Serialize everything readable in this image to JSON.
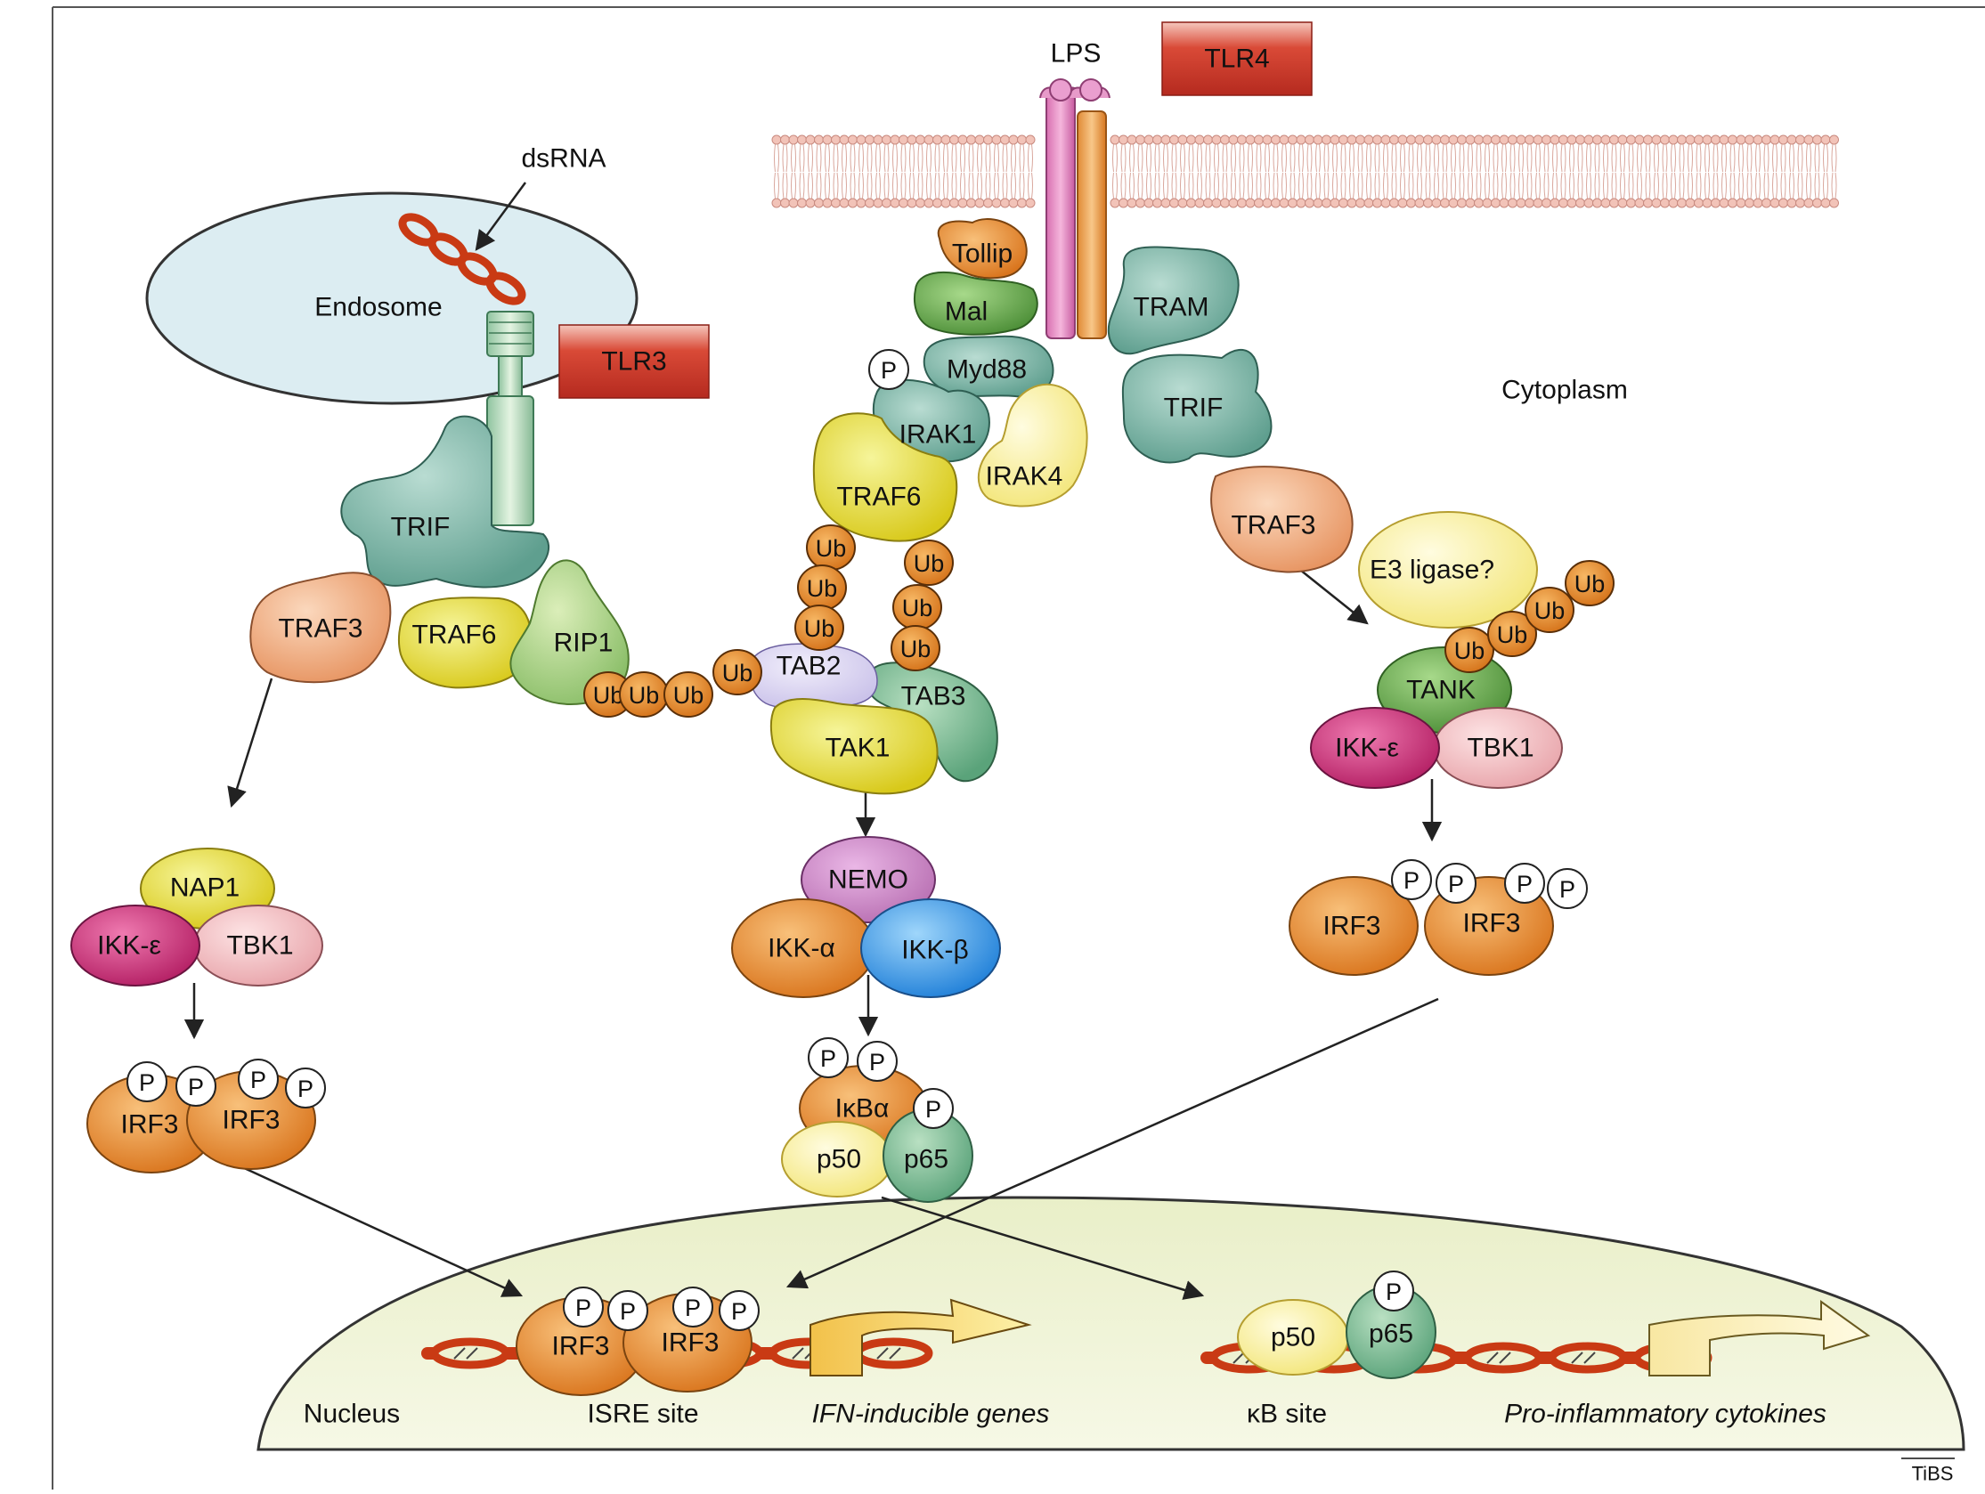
{
  "labels": {
    "lps": "LPS",
    "tlr4": "TLR4",
    "dsrna": "dsRNA",
    "endosome": "Endosome",
    "tlr3": "TLR3",
    "cytoplasm": "Cytoplasm",
    "nucleus": "Nucleus",
    "isre_site": "ISRE site",
    "ifn_genes": "IFN-inducible genes",
    "kb_site": "κB site",
    "cytokines": "Pro-inflammatory cytokines",
    "journal": "TiBS"
  },
  "proteins": {
    "tollip": "Tollip",
    "mal": "Mal",
    "myd88": "Myd88",
    "irak1": "IRAK1",
    "irak4": "IRAK4",
    "traf6_center": "TRAF6",
    "tram": "TRAM",
    "trif_right": "TRIF",
    "traf3_right": "TRAF3",
    "e3_ligase": "E3 ligase?",
    "tank": "TANK",
    "ikke_right": "IKK-ε",
    "tbk1_right": "TBK1",
    "irf3_right_a": "IRF3",
    "irf3_right_b": "IRF3",
    "trif_left": "TRIF",
    "traf3_left": "TRAF3",
    "traf6_left": "TRAF6",
    "rip1": "RIP1",
    "tab2": "TAB2",
    "tab3": "TAB3",
    "tak1": "TAK1",
    "nemo": "NEMO",
    "ikka": "IKK-α",
    "ikkb": "IKK-β",
    "ikba": "IκBα",
    "p50_cyto": "p50",
    "p65_cyto": "p65",
    "nap1": "NAP1",
    "ikke_left": "IKK-ε",
    "tbk1_left": "TBK1",
    "irf3_left_a": "IRF3",
    "irf3_left_b": "IRF3",
    "irf3_nuc_a": "IRF3",
    "irf3_nuc_b": "IRF3",
    "p50_nuc": "p50",
    "p65_nuc": "p65"
  },
  "tags": {
    "ub": "Ub",
    "p": "P"
  },
  "colors": {
    "tlr_box": "#d23b30",
    "orange": "#e58a2a",
    "teal": "#6fae9e",
    "yellow": "#e6e32e",
    "green": "#6aa84f",
    "magenta": "#c22a72",
    "pink": "#f1b4b8",
    "blue": "#2f8fe0",
    "peach": "#f0a878",
    "nucleus_fill": "#eef2d2",
    "endosome_fill": "#dceff4",
    "dna": "#c93a14"
  }
}
